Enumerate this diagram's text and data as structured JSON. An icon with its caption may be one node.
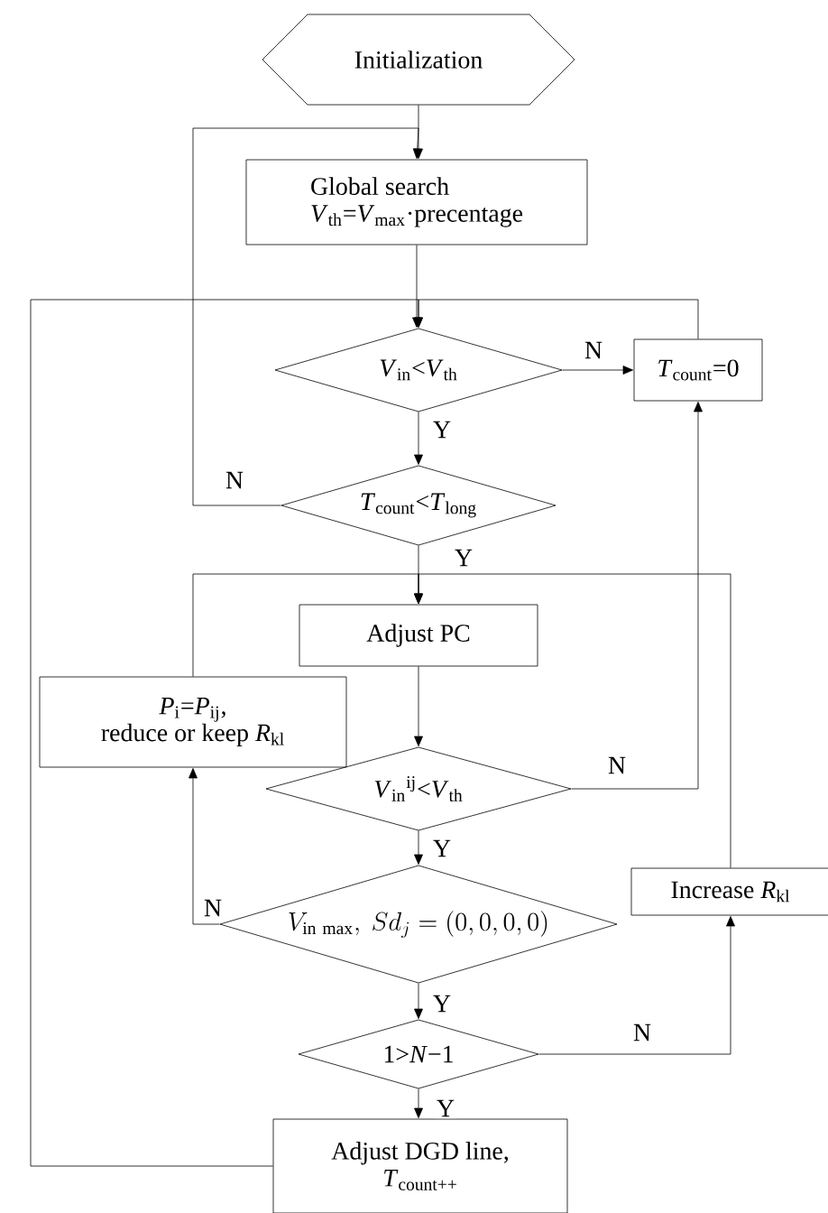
{
  "diagram": {
    "nodes": [
      {
        "text": [
          "Initialization"
        ]
      },
      {
        "text": [
          "Global search",
          "*V*$_{th}$=*V*$_{max}$·precentage"
        ]
      },
      {
        "text": [
          "*V*$_{in}$<*V*$_{th}$"
        ]
      },
      {
        "text": [
          "*T*$_{count}$=0"
        ]
      },
      {
        "text": [
          "*T*$_{count}$<*T*$_{long}$"
        ]
      },
      {
        "text": [
          "Adjust PC"
        ]
      },
      {
        "text": [
          "*P*$_{i}$=*P*$_{ij}$,",
          "reduce or keep *R*$_{kl}$"
        ]
      },
      {
        "text": [
          "*V*$_{in}$$^{ij}$<*V*$_{th}$"
        ]
      },
      {
        "text": [
          "V_{\\mathrm{in\\ max}},\\ Sd_j=(0,0,0,0)"
        ]
      },
      {
        "text": [
          "Increase *R*$_{kl}$"
        ]
      },
      {
        "text": [
          "1>*N*−1"
        ]
      },
      {
        "text": [
          "Adjust DGD line,",
          "*T*$_{count++}$"
        ]
      }
    ],
    "edges": [
      {
        "from": 0,
        "to": 1,
        "arrow": "to"
      },
      {
        "from": 1,
        "to": 2,
        "arrow": "to"
      },
      {
        "from": 2,
        "to": 3,
        "arrow": "to",
        "label": "N"
      },
      {
        "from": 2,
        "to": 4,
        "arrow": "to",
        "label": "Y"
      },
      {
        "from": 4,
        "to": 1,
        "arrow": "to",
        "label": "N"
      },
      {
        "from": 3,
        "to": 2,
        "arrow": "to"
      },
      {
        "from": 4,
        "to": 5,
        "arrow": "to",
        "label": "Y"
      },
      {
        "from": 5,
        "to": 7,
        "arrow": "to"
      },
      {
        "from": 7,
        "to": 3,
        "arrow": "to",
        "label": "N"
      },
      {
        "from": 7,
        "to": 8,
        "arrow": "to",
        "label": "Y"
      },
      {
        "from": 8,
        "to": 6,
        "arrow": "to",
        "label": "N"
      },
      {
        "from": 6,
        "to": 5,
        "arrow": "to"
      },
      {
        "from": 8,
        "to": 10,
        "arrow": "to",
        "label": "Y"
      },
      {
        "from": 10,
        "to": 9,
        "arrow": "to",
        "label": "N"
      },
      {
        "from": 9,
        "to": 5,
        "arrow": "to"
      },
      {
        "from": 10,
        "to": 11,
        "arrow": "to",
        "label": "Y"
      },
      {
        "from": 11,
        "to": 2,
        "arrow": "to"
      }
    ]
  }
}
